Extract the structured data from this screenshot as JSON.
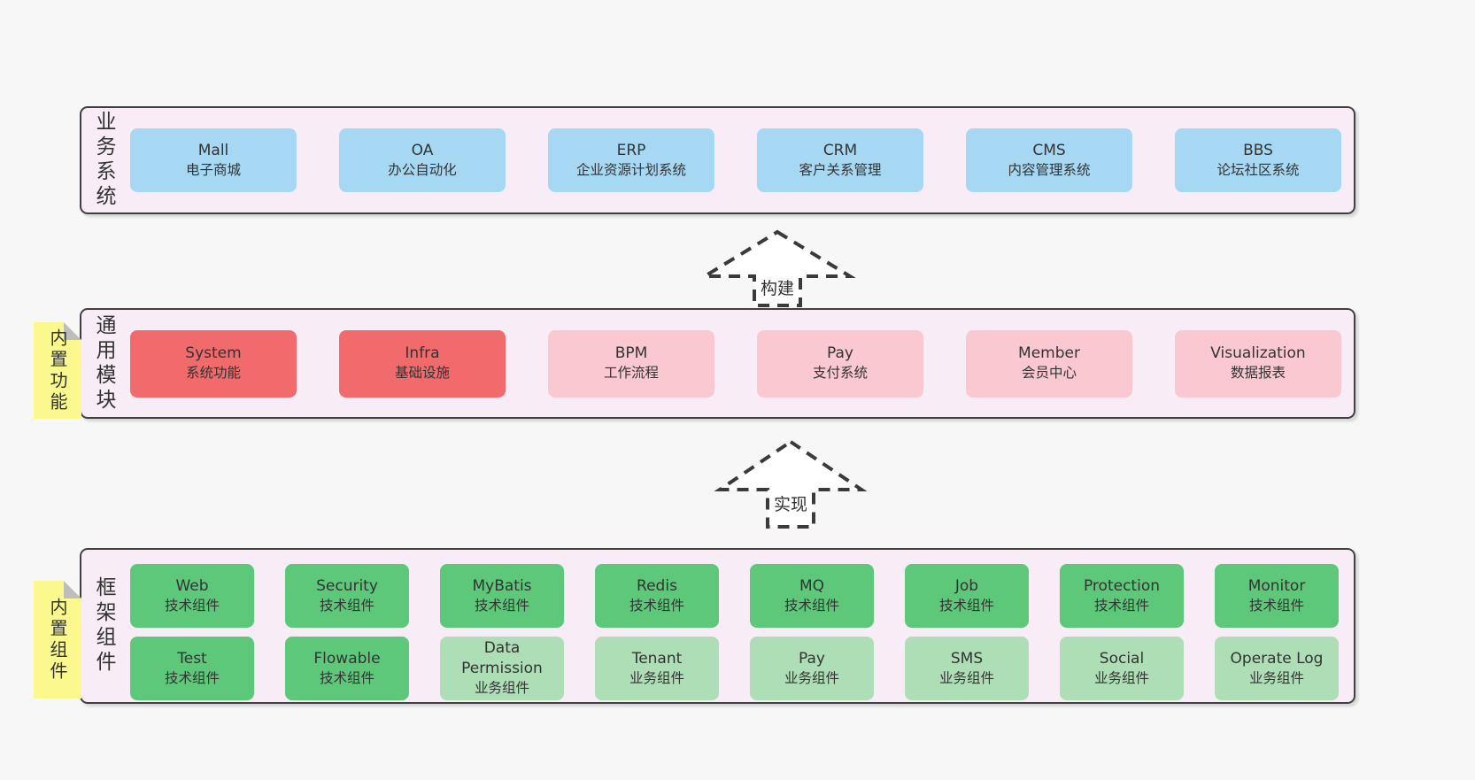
{
  "diagram": {
    "bands": [
      {
        "label": "业务系统",
        "sticky": null,
        "rows": [
          [
            {
              "name": "Mall",
              "desc": "电子商城",
              "variant": "blue"
            },
            {
              "name": "OA",
              "desc": "办公自动化",
              "variant": "blue"
            },
            {
              "name": "ERP",
              "desc": "企业资源计划系统",
              "variant": "blue"
            },
            {
              "name": "CRM",
              "desc": "客户关系管理",
              "variant": "blue"
            },
            {
              "name": "CMS",
              "desc": "内容管理系统",
              "variant": "blue"
            },
            {
              "name": "BBS",
              "desc": "论坛社区系统",
              "variant": "blue"
            }
          ]
        ]
      },
      {
        "label": "通用模块",
        "sticky": "内置功能",
        "rows": [
          [
            {
              "name": "System",
              "desc": "系统功能",
              "variant": "red"
            },
            {
              "name": "Infra",
              "desc": "基础设施",
              "variant": "red"
            },
            {
              "name": "BPM",
              "desc": "工作流程",
              "variant": "pink"
            },
            {
              "name": "Pay",
              "desc": "支付系统",
              "variant": "pink"
            },
            {
              "name": "Member",
              "desc": "会员中心",
              "variant": "pink"
            },
            {
              "name": "Visualization",
              "desc": "数据报表",
              "variant": "pink"
            }
          ]
        ]
      },
      {
        "label": "框架组件",
        "sticky": "内置组件",
        "rows": [
          [
            {
              "name": "Web",
              "desc": "技术组件",
              "variant": "green"
            },
            {
              "name": "Security",
              "desc": "技术组件",
              "variant": "green"
            },
            {
              "name": "MyBatis",
              "desc": "技术组件",
              "variant": "green"
            },
            {
              "name": "Redis",
              "desc": "技术组件",
              "variant": "green"
            },
            {
              "name": "MQ",
              "desc": "技术组件",
              "variant": "green"
            },
            {
              "name": "Job",
              "desc": "技术组件",
              "variant": "green"
            },
            {
              "name": "Protection",
              "desc": "技术组件",
              "variant": "green"
            },
            {
              "name": "Monitor",
              "desc": "技术组件",
              "variant": "green"
            }
          ],
          [
            {
              "name": "Test",
              "desc": "技术组件",
              "variant": "green"
            },
            {
              "name": "Flowable",
              "desc": "技术组件",
              "variant": "green"
            },
            {
              "name": "Data Permission",
              "desc": "业务组件",
              "variant": "lightgreen"
            },
            {
              "name": "Tenant",
              "desc": "业务组件",
              "variant": "lightgreen"
            },
            {
              "name": "Pay",
              "desc": "业务组件",
              "variant": "lightgreen"
            },
            {
              "name": "SMS",
              "desc": "业务组件",
              "variant": "lightgreen"
            },
            {
              "name": "Social",
              "desc": "业务组件",
              "variant": "lightgreen"
            },
            {
              "name": "Operate Log",
              "desc": "业务组件",
              "variant": "lightgreen"
            }
          ]
        ]
      }
    ],
    "arrows": [
      {
        "label": "构建"
      },
      {
        "label": "实现"
      }
    ],
    "colors": {
      "background": "#f7f7f7",
      "band_fill": "#f8edf6",
      "band_border": "#404040",
      "blue": "#a6d8f3",
      "red": "#f16a6c",
      "pink": "#fac8d1",
      "green": "#5ec87a",
      "light_green": "#aedeb6",
      "sticky_yellow": "#fbf98d",
      "sticky_fold": "#bdbdbd",
      "arrow_stroke": "#3a3a3a",
      "text": "#333333"
    }
  }
}
